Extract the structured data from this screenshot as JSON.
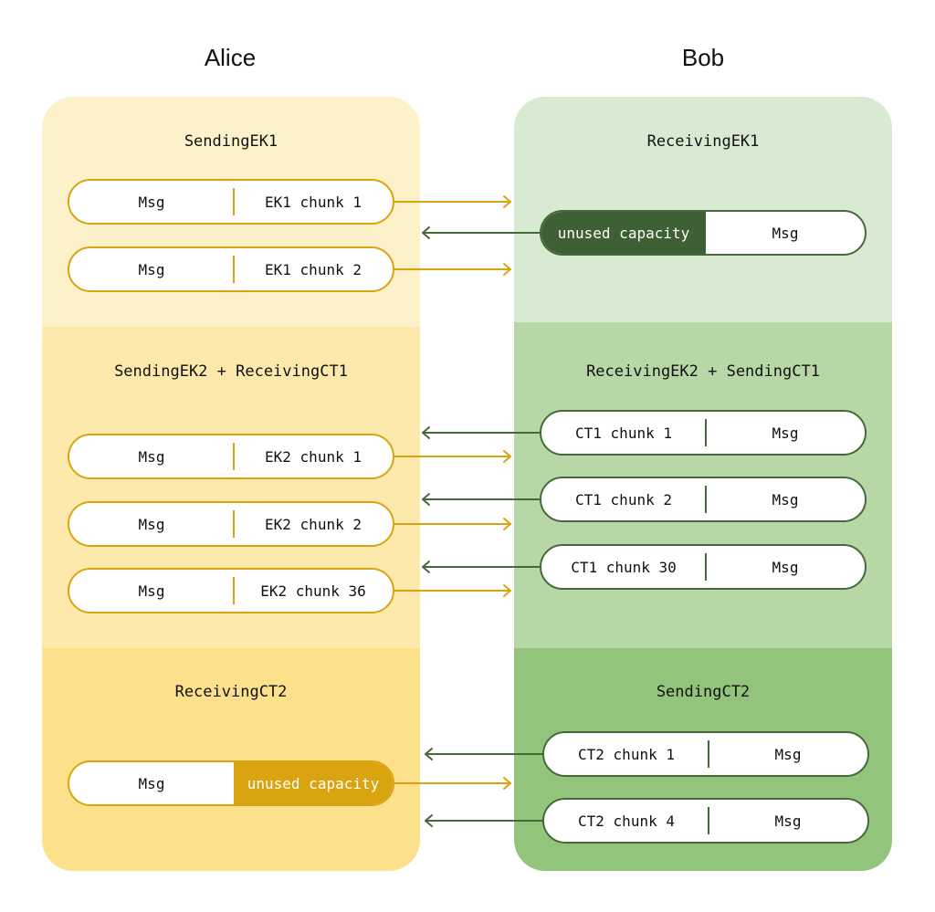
{
  "parties": {
    "alice": "Alice",
    "bob": "Bob"
  },
  "colors": {
    "alice_band_1": "#fdf1c9",
    "alice_band_2": "#fde9ab",
    "alice_band_3": "#fce08b",
    "bob_band_1": "#d9ead2",
    "bob_band_2": "#b7d7a7",
    "bob_band_3": "#92c47c",
    "alice_arrow": "#d9a40f",
    "bob_arrow": "#46683a"
  },
  "alice": {
    "states": [
      "SendingEK1",
      "SendingEK2 + ReceivingCT1",
      "ReceivingCT2"
    ],
    "messages": [
      {
        "msg": "Msg",
        "payload": "EK1 chunk 1"
      },
      {
        "msg": "Msg",
        "payload": "EK1 chunk 2"
      },
      {
        "msg": "Msg",
        "payload": "EK2 chunk 1"
      },
      {
        "msg": "Msg",
        "payload": "EK2 chunk 2"
      },
      {
        "msg": "Msg",
        "payload": "EK2 chunk 36"
      },
      {
        "msg": "Msg",
        "payload": "unused capacity"
      }
    ]
  },
  "bob": {
    "states": [
      "ReceivingEK1",
      "ReceivingEK2 + SendingCT1",
      "SendingCT2"
    ],
    "messages": [
      {
        "payload": "unused capacity",
        "msg": "Msg"
      },
      {
        "payload": "CT1 chunk 1",
        "msg": "Msg"
      },
      {
        "payload": "CT1 chunk 2",
        "msg": "Msg"
      },
      {
        "payload": "CT1 chunk 30",
        "msg": "Msg"
      },
      {
        "payload": "CT2 chunk 1",
        "msg": "Msg"
      },
      {
        "payload": "CT2 chunk 4",
        "msg": "Msg"
      }
    ]
  }
}
